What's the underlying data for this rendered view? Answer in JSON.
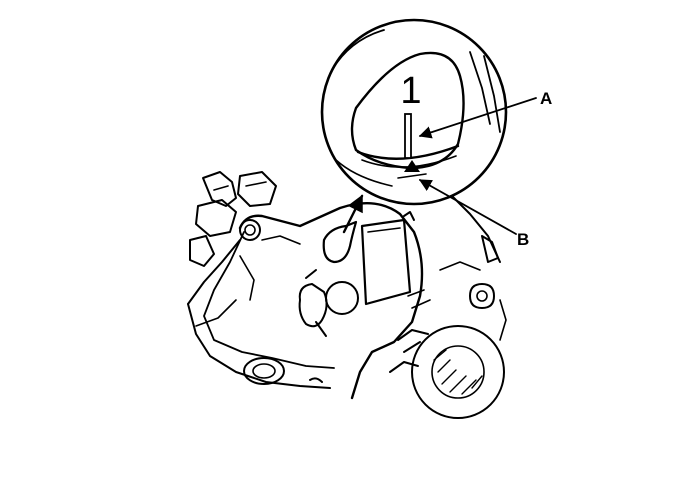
{
  "diagram": {
    "callouts": {
      "a": "A",
      "b": "B"
    },
    "detail_mark": "1"
  }
}
